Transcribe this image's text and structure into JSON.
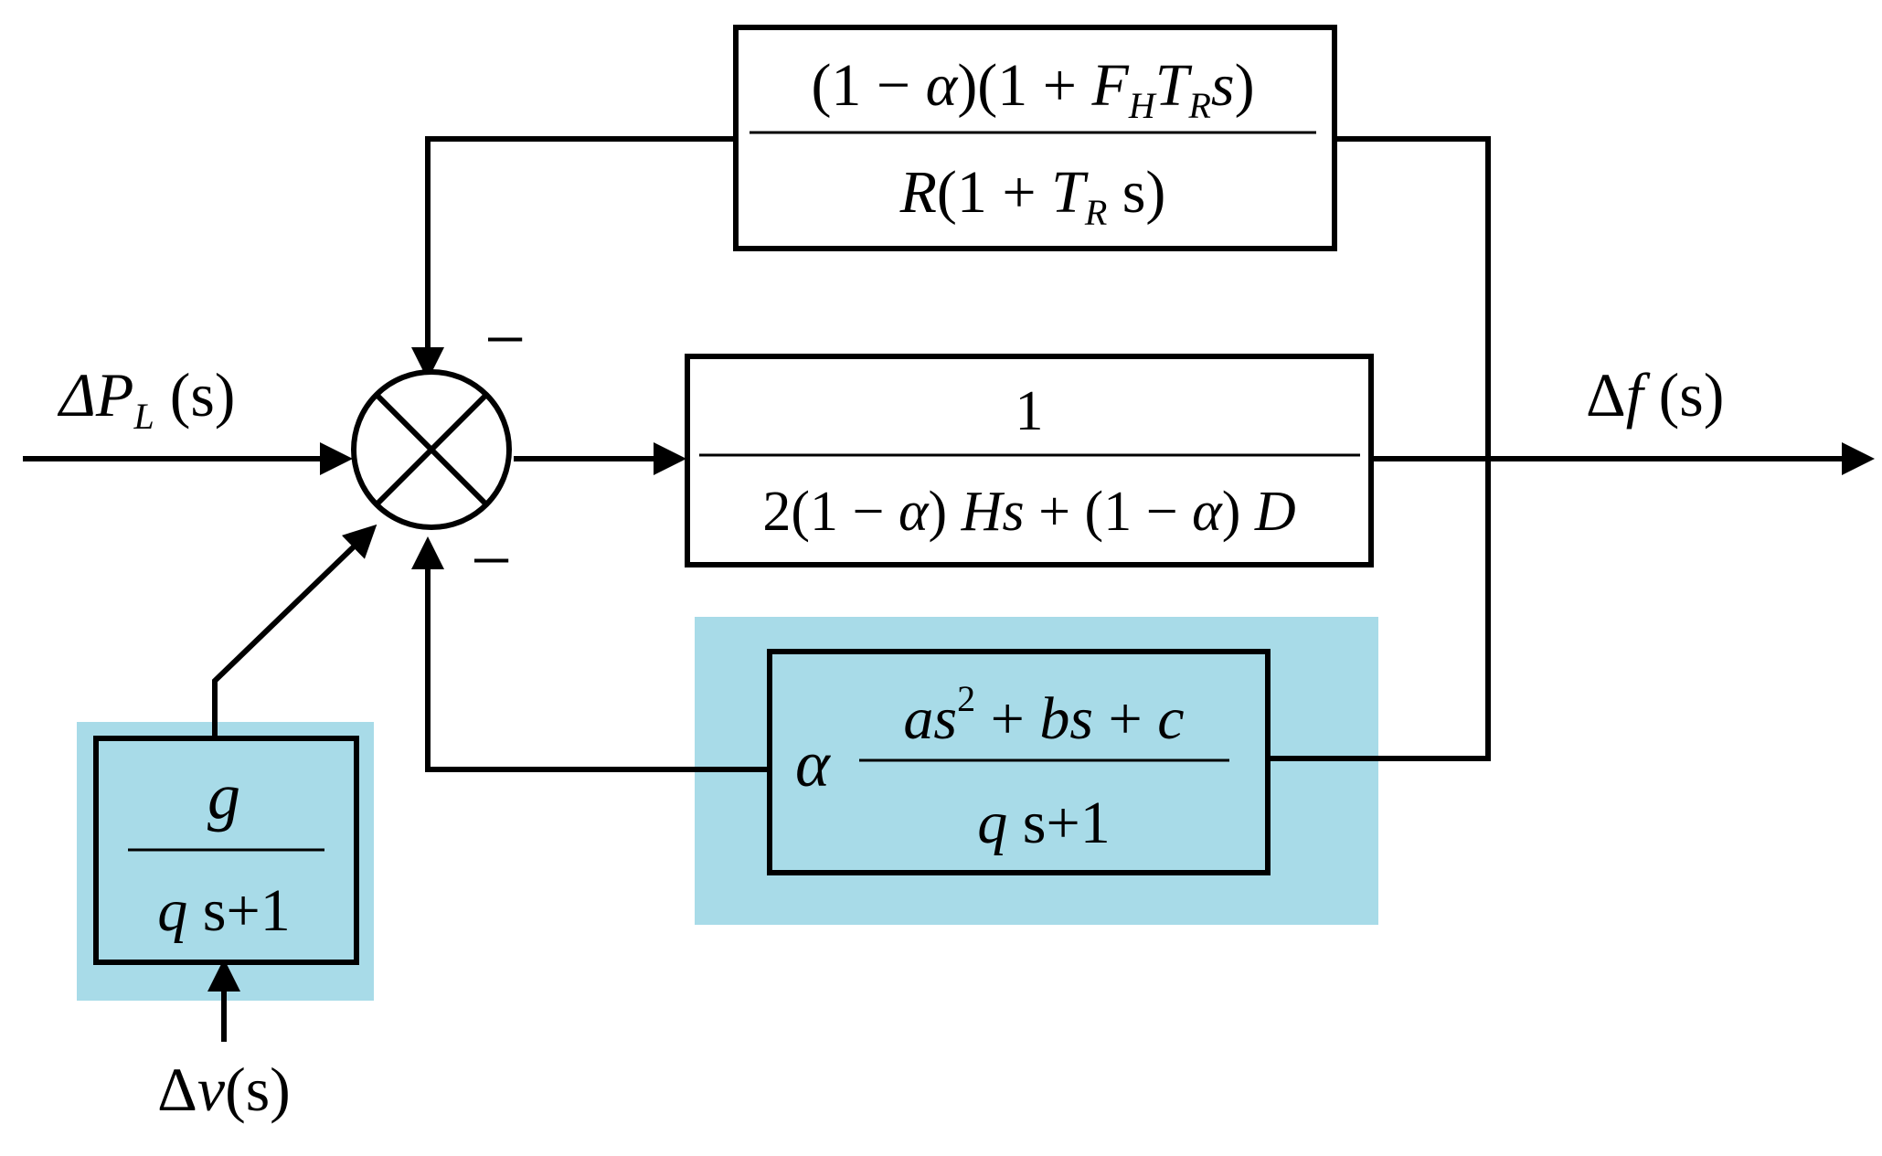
{
  "signals": {
    "load_input": {
      "symbol": "ΔP",
      "subscript": "L",
      "arg": " (s)"
    },
    "output": {
      "symbol": "Δ",
      "var": "f",
      "arg": " (s)"
    },
    "ev_input": {
      "symbol": "Δ",
      "var": "v",
      "arg": "(s)"
    }
  },
  "summing_junction": {
    "sign_top": "−",
    "sign_bottom": "−"
  },
  "blocks": {
    "thermal_feedback": {
      "numerator": {
        "p1": "(1 − ",
        "alpha": "α",
        "p2": ")(1 + ",
        "F": "F",
        "F_sub": "H",
        "T": "T",
        "T_sub": "R",
        "s": "s",
        "p3": ")"
      },
      "denominator": {
        "R": "R",
        "p1": "(1 + ",
        "T": "T",
        "T_sub": "R",
        "p2": " s)"
      }
    },
    "grid_inertia": {
      "numerator": "1",
      "denominator": {
        "p1": "2(1 − ",
        "alpha1": "α",
        "p2": ") ",
        "Hs": "Hs",
        "p3": " + (1 − ",
        "alpha2": "α",
        "p4": ") ",
        "D": "D"
      }
    },
    "ev_feedback": {
      "gain": "α",
      "numerator": {
        "as": "as",
        "sq": "2",
        "p1": " + ",
        "bs": "bs",
        "p2": " + ",
        "c": "c"
      },
      "denominator": {
        "q": "q",
        "rest": " s+1"
      }
    },
    "ev_input_filter": {
      "numerator": "g",
      "denominator": {
        "q": "q",
        "rest": " s+1"
      }
    }
  },
  "colors": {
    "highlight": "#a8dbe8",
    "line": "#000000",
    "background": "#ffffff"
  }
}
